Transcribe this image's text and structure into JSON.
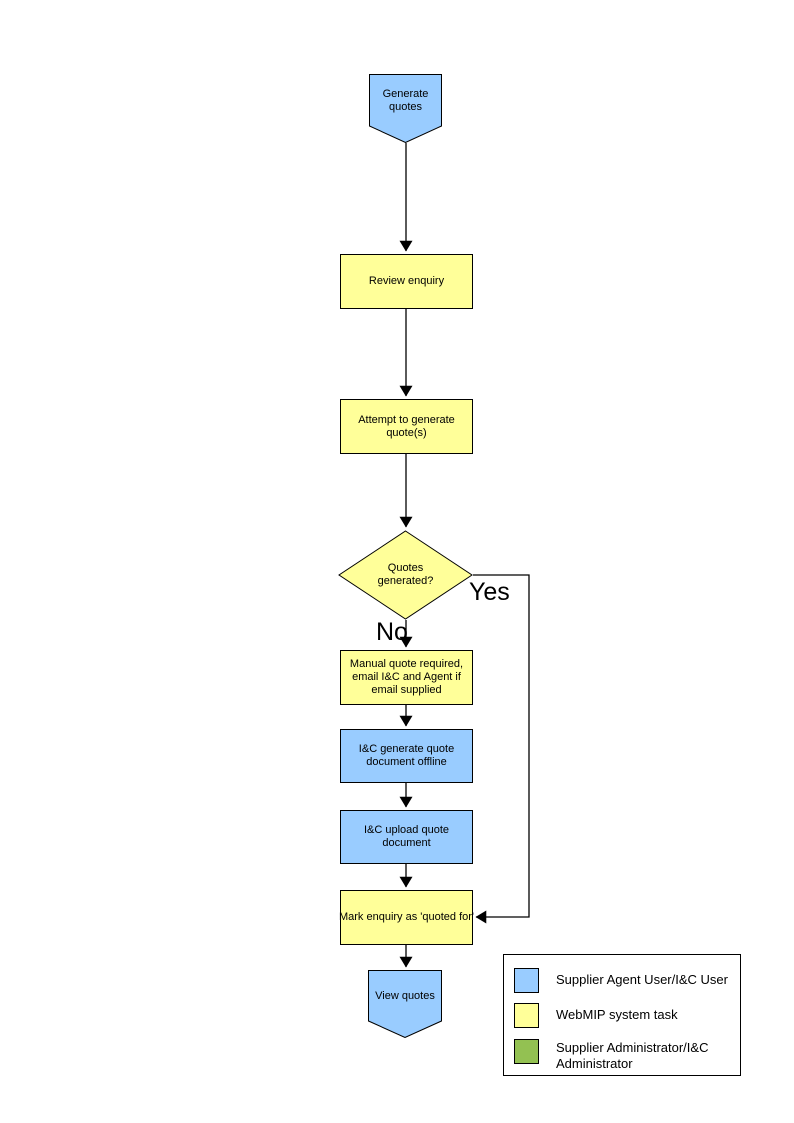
{
  "page": {
    "background": "#ffffff",
    "line_color": "#000000"
  },
  "colors": {
    "actor_blue": "#99CCFF",
    "task_yellow": "#FFFF99",
    "admin_green": "#93C152"
  },
  "flowchart": {
    "nodes": [
      {
        "id": "start",
        "type": "off-page-connector",
        "label": "Generate quotes",
        "fill": "#99CCFF"
      },
      {
        "id": "review-enquiry",
        "type": "process",
        "label": "Review enquiry",
        "fill": "#FFFF99"
      },
      {
        "id": "attempt-generate",
        "type": "process",
        "label": "Attempt to generate quote(s)",
        "fill": "#FFFF99"
      },
      {
        "id": "quotes-generated",
        "type": "decision",
        "label": "Quotes generated?",
        "fill": "#FFFF99"
      },
      {
        "id": "manual-quote",
        "type": "process",
        "label": "Manual quote required, email I&C and Agent if email supplied",
        "fill": "#FFFF99"
      },
      {
        "id": "ic-generate-offline",
        "type": "process",
        "label": "I&C generate quote document offline",
        "fill": "#99CCFF"
      },
      {
        "id": "ic-upload",
        "type": "process",
        "label": "I&C upload quote document",
        "fill": "#99CCFF"
      },
      {
        "id": "mark-quoted",
        "type": "process",
        "label": "Mark enquiry as 'quoted for'",
        "fill": "#FFFF99"
      },
      {
        "id": "end",
        "type": "off-page-connector",
        "label": "View quotes",
        "fill": "#99CCFF"
      }
    ],
    "branches": {
      "yes": "Yes",
      "no": "No"
    }
  },
  "legend": {
    "items": [
      {
        "label": "Supplier Agent User/I&C User",
        "color": "#99CCFF"
      },
      {
        "label": "WebMIP system task",
        "color": "#FFFF99"
      },
      {
        "label": "Supplier Administrator/I&C Administrator",
        "color": "#93C152"
      }
    ]
  }
}
